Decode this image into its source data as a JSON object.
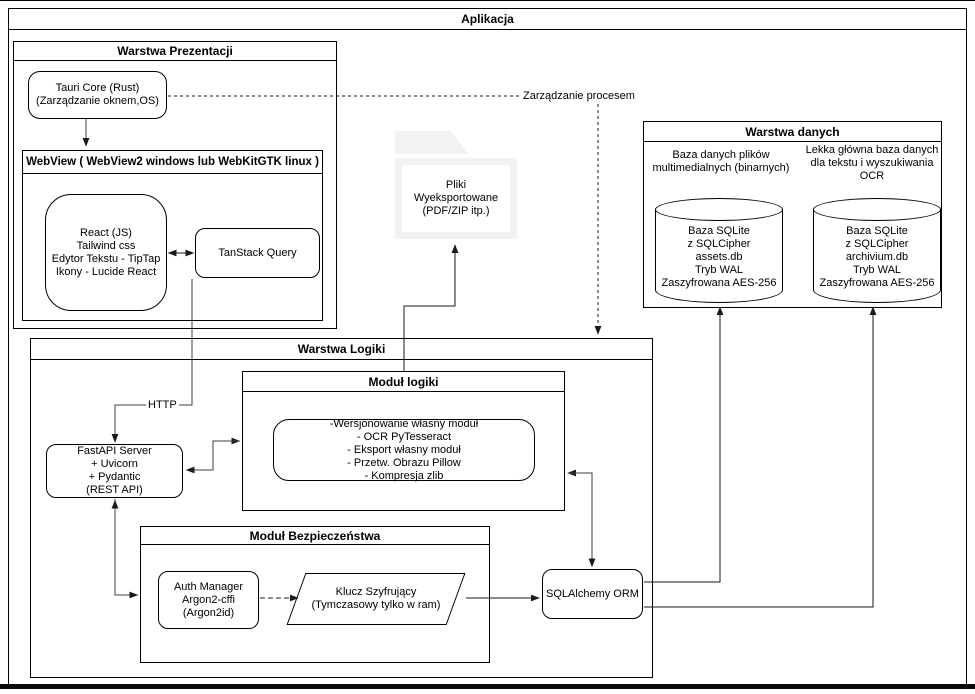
{
  "app": {
    "title": "Aplikacja"
  },
  "presentation": {
    "title": "Warstwa Prezentacji",
    "tauri": "Tauri Core (Rust)\n(Zarządzanie oknem,OS)",
    "webview_title": "WebView ( WebView2 windows  lub WebKitGTK linux )",
    "react": "React (JS)\nTailwind css\nEdytor Tekstu - TipTap\nIkony - Lucide React",
    "tanstack": "TanStack Query"
  },
  "exported": {
    "label": "Pliki\nWyeksportowane\n(PDF/ZIP itp.)"
  },
  "annotations": {
    "process": "Zarządzanie procesem",
    "http": "HTTP"
  },
  "data_layer": {
    "title": "Warstwa danych",
    "media_caption": "Baza danych plików\nmultimedialnych  (binarnych)",
    "media_db": "Baza SQLite\nz SQLCipher\nassets.db\nTryb WAL\nZaszyfrowana AES-256",
    "text_caption": "Lekka główna baza danych\ndla tekstu i wyszukiwania\nOCR",
    "text_db": "Baza SQLite\nz SQLCipher\narchivium.db\nTryb WAL\nZaszyfrowana AES-256"
  },
  "logic": {
    "title": "Warstwa Logiki",
    "module_title": "Moduł logiki",
    "module_items": "-Wersjonowanie własny moduł\n- OCR PyTesseract\n- Eksport własny moduł\n- Przetw. Obrazu Pillow\n- Kompresja zlib",
    "fastapi": "FastAPI Server\n+ Uvicorn\n+ Pydantic\n(REST API)",
    "security_title": "Moduł Bezpieczeństwa",
    "auth": "Auth Manager\nArgon2-cffi\n(Argon2id)",
    "key": "Klucz Szyfrujący\n(Tymczasowy tylko w ram)",
    "orm": "SQLAlchemy ORM"
  },
  "colors": {
    "line": "#1a1a1a",
    "connector": "#3d3d3d",
    "folder_fill": "#f2f2f2"
  }
}
